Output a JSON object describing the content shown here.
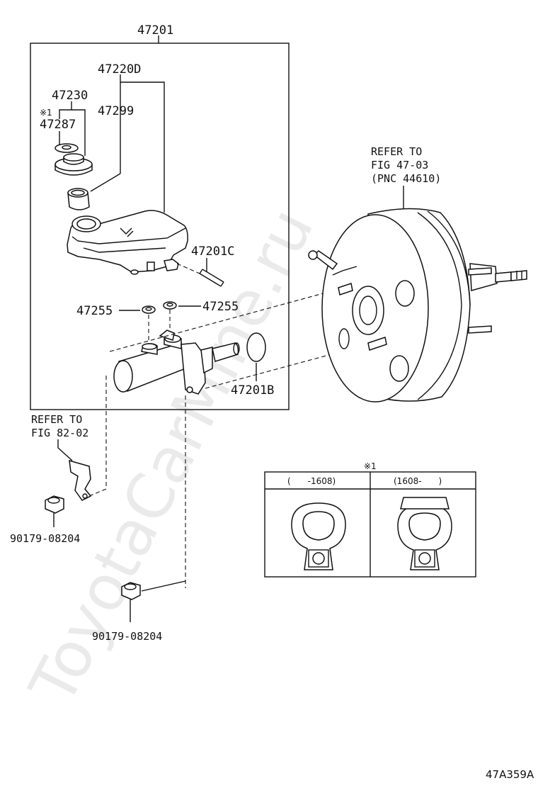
{
  "diagram": {
    "labels": {
      "assembly": "47201",
      "reservoir_set": "47220D",
      "cap": "47230",
      "note_mark": "※1",
      "filter": "47299",
      "cap_seal": "47287",
      "pin": "47201C",
      "grommet_left": "47255",
      "grommet_right": "47255",
      "o_ring": "47201B",
      "nut_upper": "90179-08204",
      "nut_lower": "90179-08204"
    },
    "refer_booster": [
      "REFER TO",
      "FIG 47-03",
      "(PNC 44610)"
    ],
    "refer_bracket": [
      "REFER TO",
      "FIG 82-02"
    ],
    "inset": {
      "mark": "※1",
      "col_left": "(　　-1608)",
      "col_right": "(1608-　　)"
    },
    "watermark": "ToyotaCarMine.ru",
    "figure_code": "47A359A"
  }
}
